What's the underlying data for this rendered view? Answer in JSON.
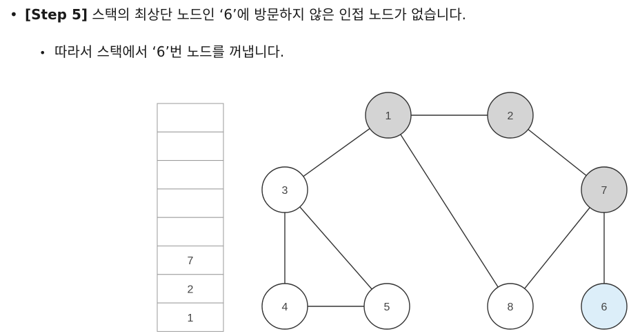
{
  "text": {
    "line1_bullet": "•",
    "line1_step": "[Step 5]",
    "line1_rest": " 스택의 최상단 노드인 ‘6’에 방문하지 않은 인접 노드가 없습니다.",
    "line2_bullet": "•",
    "line2_text": "따라서 스택에서 ‘6’번 노드를 꺼냅니다."
  },
  "stack": {
    "cells": [
      "",
      "",
      "",
      "",
      "",
      "7",
      "2",
      "1"
    ]
  },
  "graph": {
    "nodes": [
      {
        "id": "1",
        "label": "1",
        "state": "visited"
      },
      {
        "id": "2",
        "label": "2",
        "state": "visited"
      },
      {
        "id": "3",
        "label": "3",
        "state": "unvisited"
      },
      {
        "id": "4",
        "label": "4",
        "state": "unvisited"
      },
      {
        "id": "5",
        "label": "5",
        "state": "unvisited"
      },
      {
        "id": "6",
        "label": "6",
        "state": "current"
      },
      {
        "id": "7",
        "label": "7",
        "state": "visited"
      },
      {
        "id": "8",
        "label": "8",
        "state": "unvisited"
      }
    ],
    "edges": [
      [
        "1",
        "2"
      ],
      [
        "1",
        "3"
      ],
      [
        "1",
        "8"
      ],
      [
        "2",
        "7"
      ],
      [
        "3",
        "4"
      ],
      [
        "3",
        "5"
      ],
      [
        "4",
        "5"
      ],
      [
        "7",
        "6"
      ],
      [
        "7",
        "8"
      ]
    ]
  },
  "colors": {
    "visited": "#d4d4d4",
    "unvisited": "#ffffff",
    "current": "#dceef9",
    "stroke": "#333333",
    "stack_border": "#9a9a9a"
  }
}
